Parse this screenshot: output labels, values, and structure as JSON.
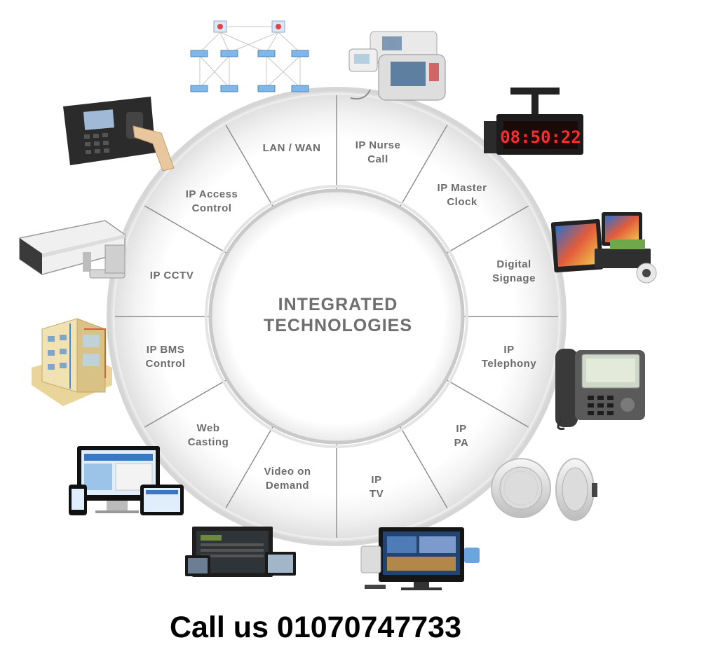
{
  "diagram": {
    "center": {
      "line1": "INTEGRATED",
      "line2": "TECHNOLOGIES"
    },
    "segments": [
      {
        "line1": "LAN / WAN",
        "line2": ""
      },
      {
        "line1": "IP Nurse",
        "line2": "Call"
      },
      {
        "line1": "IP Master",
        "line2": "Clock"
      },
      {
        "line1": "Digital",
        "line2": "Signage"
      },
      {
        "line1": "IP",
        "line2": "Telephony"
      },
      {
        "line1": "IP",
        "line2": "PA"
      },
      {
        "line1": "IP",
        "line2": "TV"
      },
      {
        "line1": "Video on",
        "line2": "Demand"
      },
      {
        "line1": "Web",
        "line2": "Casting"
      },
      {
        "line1": "IP BMS",
        "line2": "Control"
      },
      {
        "line1": "IP CCTV",
        "line2": ""
      },
      {
        "line1": "IP Access",
        "line2": "Control"
      }
    ],
    "clock_display": "08:50:22",
    "icons": [
      "network-topology-icon",
      "nurse-call-terminal-icon",
      "master-clock-icon",
      "digital-signage-icon",
      "ip-phone-icon",
      "ceiling-speaker-icon",
      "ip-tv-icon",
      "video-on-demand-icon",
      "web-casting-devices-icon",
      "building-bms-icon",
      "cctv-camera-icon",
      "fingerprint-access-icon"
    ]
  },
  "footer": {
    "call_text": "Call us 01070747733"
  },
  "colors": {
    "ring": "#e6e6e6",
    "ring_edge": "#d0d0d0",
    "label": "#6b6b6b",
    "clock_red": "#ff2b2b"
  }
}
